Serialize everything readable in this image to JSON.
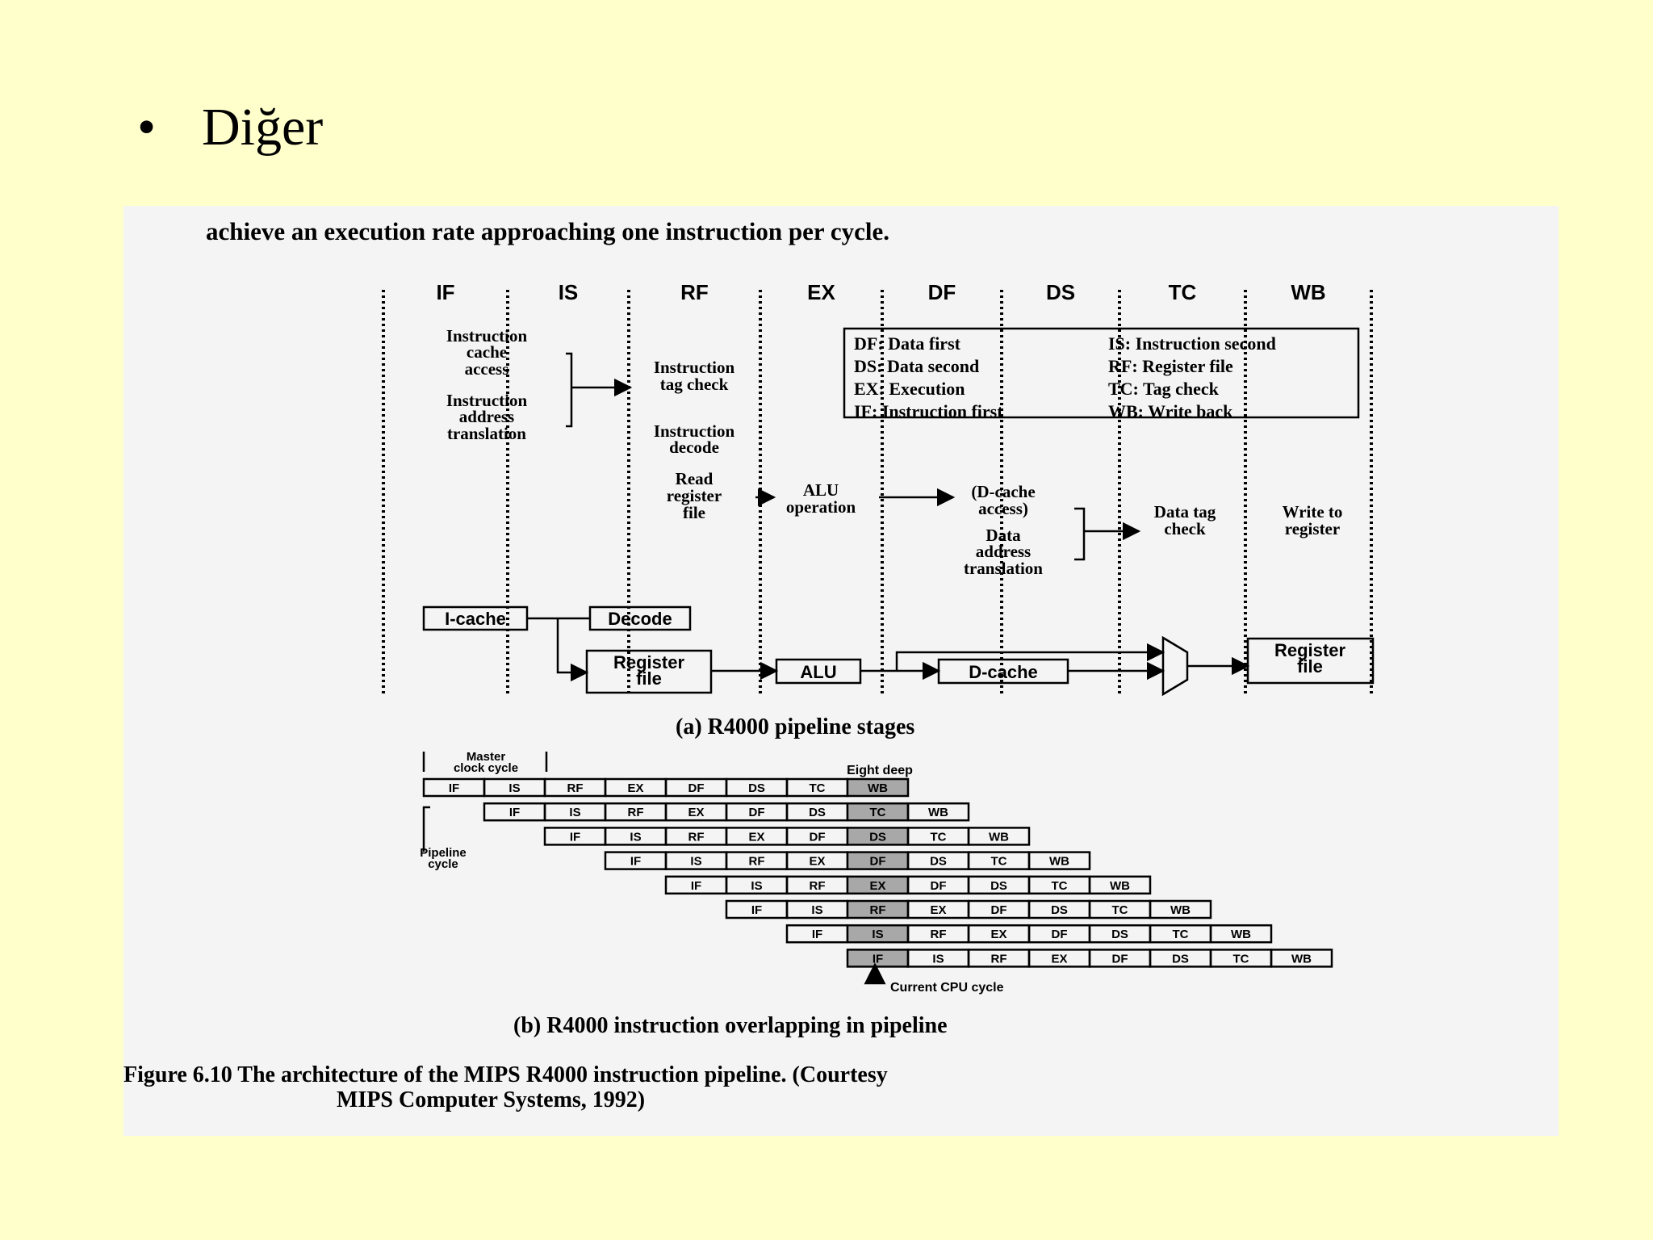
{
  "slide": {
    "bullet": "•",
    "heading": "Diğer"
  },
  "figure": {
    "intro_line": "achieve an execution rate approaching one instruction per cycle.",
    "stages": [
      "IF",
      "IS",
      "RF",
      "EX",
      "DF",
      "DS",
      "TC",
      "WB"
    ],
    "legend": [
      [
        "DF: Data first",
        "IS: Instruction second"
      ],
      [
        "DS: Data second",
        "RF: Register file"
      ],
      [
        "EX: Execution",
        "TC: Tag check"
      ],
      [
        "IF: Instruction first",
        "WB: Write back"
      ]
    ],
    "if_ops": [
      "Instruction",
      "cache",
      "access",
      "Instruction",
      "address",
      "translation"
    ],
    "rf_ops": [
      "Instruction",
      "tag check",
      "Instruction",
      "decode",
      "Read",
      "register",
      "file"
    ],
    "ex_ops": [
      "ALU",
      "operation"
    ],
    "df_ops": [
      "(D-cache",
      "access)",
      "Data",
      "address",
      "translation"
    ],
    "tc_ops": [
      "Data tag",
      "check"
    ],
    "wb_ops": [
      "Write to",
      "register"
    ],
    "blocks": {
      "icache": "I-cache",
      "decode": "Decode",
      "regfile_a": "Register file",
      "alu": "ALU",
      "dcache": "D-cache",
      "regfile_b": "Register file"
    },
    "caption_a": "(a) R4000 pipeline stages",
    "master_clock": "Master clock cycle",
    "eight_deep": "Eight deep",
    "pipeline_cycle": "Pipeline cycle",
    "current_cpu_cycle": "Current CPU cycle",
    "caption_b": "(b) R4000 instruction overlapping in pipeline",
    "figure_caption_1": "Figure 6.10 The architecture of the MIPS R4000 instruction pipeline. (Courtesy",
    "figure_caption_2": "MIPS Computer Systems, 1992)"
  }
}
